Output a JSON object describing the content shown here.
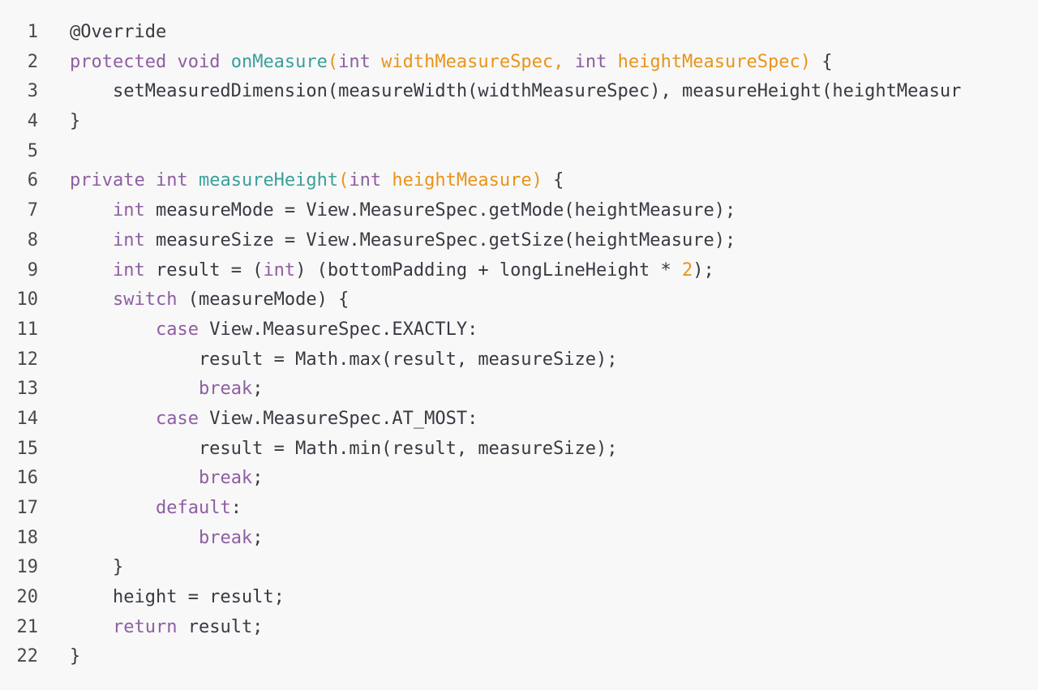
{
  "code_block": {
    "lines": [
      {
        "number": "1",
        "tokens": [
          {
            "text": "@Override",
            "type": "plain"
          }
        ]
      },
      {
        "number": "2",
        "tokens": [
          {
            "text": "protected",
            "type": "kw"
          },
          {
            "text": " ",
            "type": "plain"
          },
          {
            "text": "void",
            "type": "kw"
          },
          {
            "text": " ",
            "type": "plain"
          },
          {
            "text": "onMeasure",
            "type": "fn"
          },
          {
            "text": "(",
            "type": "param"
          },
          {
            "text": "int",
            "type": "kw"
          },
          {
            "text": " widthMeasureSpec, ",
            "type": "param"
          },
          {
            "text": "int",
            "type": "kw"
          },
          {
            "text": " heightMeasureSpec)",
            "type": "param"
          },
          {
            "text": " {",
            "type": "plain"
          }
        ]
      },
      {
        "number": "3",
        "tokens": [
          {
            "text": "    setMeasuredDimension(measureWidth(widthMeasureSpec), measureHeight(heightMeasur",
            "type": "plain"
          }
        ]
      },
      {
        "number": "4",
        "tokens": [
          {
            "text": "}",
            "type": "plain"
          }
        ]
      },
      {
        "number": "5",
        "tokens": []
      },
      {
        "number": "6",
        "tokens": [
          {
            "text": "private",
            "type": "kw"
          },
          {
            "text": " ",
            "type": "plain"
          },
          {
            "text": "int",
            "type": "kw"
          },
          {
            "text": " ",
            "type": "plain"
          },
          {
            "text": "measureHeight",
            "type": "fn"
          },
          {
            "text": "(",
            "type": "param"
          },
          {
            "text": "int",
            "type": "kw"
          },
          {
            "text": " heightMeasure)",
            "type": "param"
          },
          {
            "text": " {",
            "type": "plain"
          }
        ]
      },
      {
        "number": "7",
        "tokens": [
          {
            "text": "    ",
            "type": "plain"
          },
          {
            "text": "int",
            "type": "kw"
          },
          {
            "text": " measureMode = View.MeasureSpec.getMode(heightMeasure);",
            "type": "plain"
          }
        ]
      },
      {
        "number": "8",
        "tokens": [
          {
            "text": "    ",
            "type": "plain"
          },
          {
            "text": "int",
            "type": "kw"
          },
          {
            "text": " measureSize = View.MeasureSpec.getSize(heightMeasure);",
            "type": "plain"
          }
        ]
      },
      {
        "number": "9",
        "tokens": [
          {
            "text": "    ",
            "type": "plain"
          },
          {
            "text": "int",
            "type": "kw"
          },
          {
            "text": " result = (",
            "type": "plain"
          },
          {
            "text": "int",
            "type": "kw"
          },
          {
            "text": ") (bottomPadding + longLineHeight * ",
            "type": "plain"
          },
          {
            "text": "2",
            "type": "num"
          },
          {
            "text": ");",
            "type": "plain"
          }
        ]
      },
      {
        "number": "10",
        "tokens": [
          {
            "text": "    ",
            "type": "plain"
          },
          {
            "text": "switch",
            "type": "kw"
          },
          {
            "text": " (measureMode) {",
            "type": "plain"
          }
        ]
      },
      {
        "number": "11",
        "tokens": [
          {
            "text": "        ",
            "type": "plain"
          },
          {
            "text": "case",
            "type": "kw"
          },
          {
            "text": " View.MeasureSpec.EXACTLY:",
            "type": "plain"
          }
        ]
      },
      {
        "number": "12",
        "tokens": [
          {
            "text": "            result = Math.max(result, measureSize);",
            "type": "plain"
          }
        ]
      },
      {
        "number": "13",
        "tokens": [
          {
            "text": "            ",
            "type": "plain"
          },
          {
            "text": "break",
            "type": "kw"
          },
          {
            "text": ";",
            "type": "plain"
          }
        ]
      },
      {
        "number": "14",
        "tokens": [
          {
            "text": "        ",
            "type": "plain"
          },
          {
            "text": "case",
            "type": "kw"
          },
          {
            "text": " View.MeasureSpec.AT_MOST:",
            "type": "plain"
          }
        ]
      },
      {
        "number": "15",
        "tokens": [
          {
            "text": "            result = Math.min(result, measureSize);",
            "type": "plain"
          }
        ]
      },
      {
        "number": "16",
        "tokens": [
          {
            "text": "            ",
            "type": "plain"
          },
          {
            "text": "break",
            "type": "kw"
          },
          {
            "text": ";",
            "type": "plain"
          }
        ]
      },
      {
        "number": "17",
        "tokens": [
          {
            "text": "        ",
            "type": "plain"
          },
          {
            "text": "default",
            "type": "kw"
          },
          {
            "text": ":",
            "type": "plain"
          }
        ]
      },
      {
        "number": "18",
        "tokens": [
          {
            "text": "            ",
            "type": "plain"
          },
          {
            "text": "break",
            "type": "kw"
          },
          {
            "text": ";",
            "type": "plain"
          }
        ]
      },
      {
        "number": "19",
        "tokens": [
          {
            "text": "    }",
            "type": "plain"
          }
        ]
      },
      {
        "number": "20",
        "tokens": [
          {
            "text": "    height = result;",
            "type": "plain"
          }
        ]
      },
      {
        "number": "21",
        "tokens": [
          {
            "text": "    ",
            "type": "plain"
          },
          {
            "text": "return",
            "type": "kw"
          },
          {
            "text": " result;",
            "type": "plain"
          }
        ]
      },
      {
        "number": "22",
        "tokens": [
          {
            "text": "}",
            "type": "plain"
          }
        ]
      }
    ]
  },
  "colors": {
    "background": "#f8f8f8",
    "keyword": "#8e5ea2",
    "function_name": "#3a9f9a",
    "parameter": "#e8941a",
    "number": "#e8941a",
    "plain": "#383a42",
    "line_number": "#4a4a4a"
  }
}
